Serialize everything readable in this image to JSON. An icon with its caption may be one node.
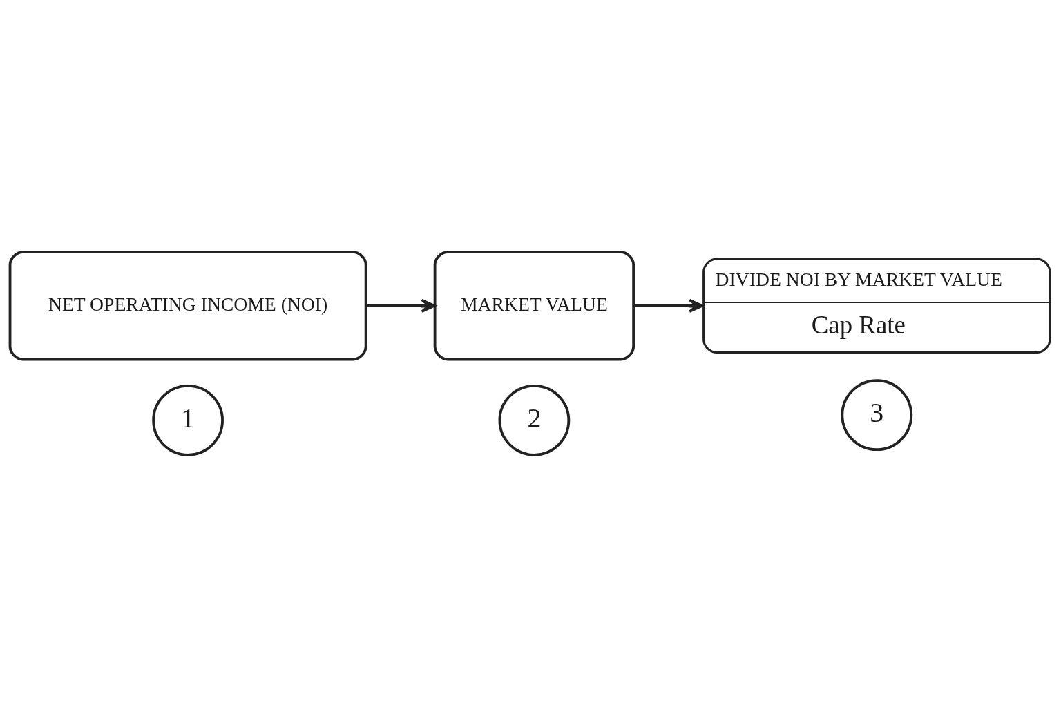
{
  "diagram": {
    "nodes": [
      {
        "text": [
          "1"
        ]
      },
      {
        "text": [
          "2"
        ]
      },
      {
        "text": [
          "3"
        ]
      },
      {
        "text": [
          "NET OPERATING INCOME (NOI)"
        ]
      },
      {
        "text": [
          "MARKET VALUE"
        ]
      },
      {
        "text": [
          "DIVIDE NOI BY MARKET VALUE",
          "Cap Rate"
        ]
      }
    ],
    "edges": [
      {
        "from": 3,
        "to": 4,
        "arrow": "to"
      },
      {
        "from": 4,
        "to": 5,
        "arrow": "to"
      }
    ]
  }
}
